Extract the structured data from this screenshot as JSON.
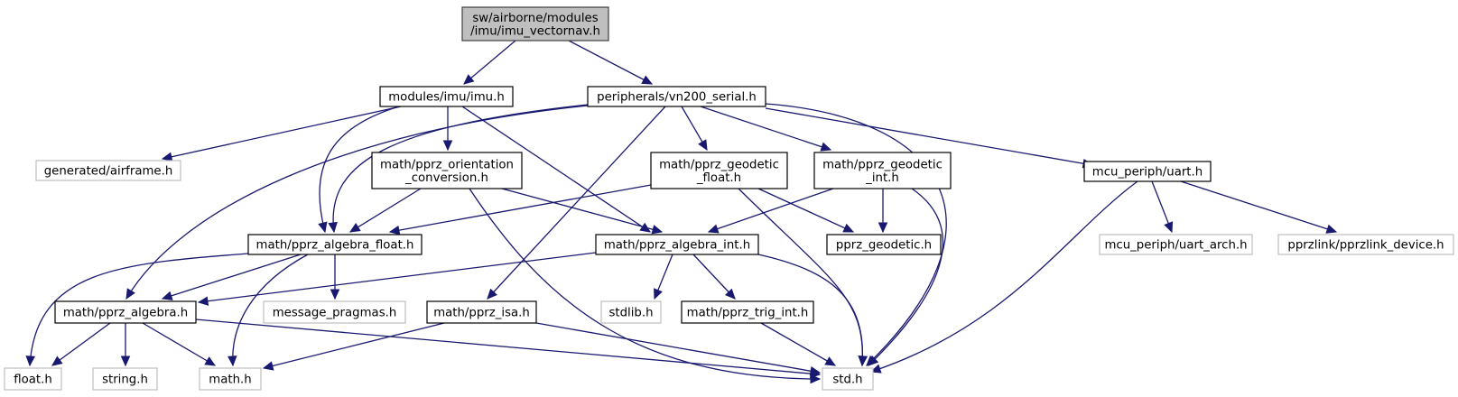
{
  "title": "Include dependency graph for imu_vectornav.h",
  "colors": {
    "root_fill": "#bfbfbf",
    "root_border": "#404040",
    "documented_border": "#000000",
    "undocumented_border": "#bfbfbf",
    "edge": "#191970",
    "background": "#ffffff"
  },
  "nodes": [
    {
      "id": "root",
      "lines": [
        "sw/airborne/modules",
        "/imu/imu_vectornav.h"
      ],
      "kind": "root"
    },
    {
      "id": "imu",
      "lines": [
        "modules/imu/imu.h"
      ],
      "kind": "documented"
    },
    {
      "id": "vn200",
      "lines": [
        "peripherals/vn200_serial.h"
      ],
      "kind": "documented"
    },
    {
      "id": "airframe",
      "lines": [
        "generated/airframe.h"
      ],
      "kind": "external"
    },
    {
      "id": "orient",
      "lines": [
        "math/pprz_orientation",
        "_conversion.h"
      ],
      "kind": "documented"
    },
    {
      "id": "geofloat",
      "lines": [
        "math/pprz_geodetic",
        "_float.h"
      ],
      "kind": "documented"
    },
    {
      "id": "geoint",
      "lines": [
        "math/pprz_geodetic",
        "_int.h"
      ],
      "kind": "documented"
    },
    {
      "id": "uart",
      "lines": [
        "mcu_periph/uart.h"
      ],
      "kind": "documented"
    },
    {
      "id": "algfloat",
      "lines": [
        "math/pprz_algebra_float.h"
      ],
      "kind": "documented"
    },
    {
      "id": "algint",
      "lines": [
        "math/pprz_algebra_int.h"
      ],
      "kind": "documented"
    },
    {
      "id": "geodetic",
      "lines": [
        "pprz_geodetic.h"
      ],
      "kind": "documented"
    },
    {
      "id": "uartarch",
      "lines": [
        "mcu_periph/uart_arch.h"
      ],
      "kind": "external"
    },
    {
      "id": "pprzlink",
      "lines": [
        "pprzlink/pprzlink_device.h"
      ],
      "kind": "external"
    },
    {
      "id": "algebra",
      "lines": [
        "math/pprz_algebra.h"
      ],
      "kind": "documented"
    },
    {
      "id": "pragmas",
      "lines": [
        "message_pragmas.h"
      ],
      "kind": "external"
    },
    {
      "id": "isa",
      "lines": [
        "math/pprz_isa.h"
      ],
      "kind": "documented"
    },
    {
      "id": "stdlib",
      "lines": [
        "stdlib.h"
      ],
      "kind": "external"
    },
    {
      "id": "trigint",
      "lines": [
        "math/pprz_trig_int.h"
      ],
      "kind": "documented"
    },
    {
      "id": "float",
      "lines": [
        "float.h"
      ],
      "kind": "external"
    },
    {
      "id": "string",
      "lines": [
        "string.h"
      ],
      "kind": "external"
    },
    {
      "id": "math",
      "lines": [
        "math.h"
      ],
      "kind": "external"
    },
    {
      "id": "std",
      "lines": [
        "std.h"
      ],
      "kind": "external"
    }
  ],
  "edges": [
    {
      "from": "root",
      "to": "imu"
    },
    {
      "from": "root",
      "to": "vn200"
    },
    {
      "from": "imu",
      "to": "airframe"
    },
    {
      "from": "imu",
      "to": "orient"
    },
    {
      "from": "imu",
      "to": "algfloat"
    },
    {
      "from": "imu",
      "to": "algint"
    },
    {
      "from": "vn200",
      "to": "algebra"
    },
    {
      "from": "vn200",
      "to": "algfloat"
    },
    {
      "from": "vn200",
      "to": "isa"
    },
    {
      "from": "vn200",
      "to": "geofloat"
    },
    {
      "from": "vn200",
      "to": "geoint"
    },
    {
      "from": "vn200",
      "to": "std"
    },
    {
      "from": "vn200",
      "to": "uart"
    },
    {
      "from": "orient",
      "to": "algfloat"
    },
    {
      "from": "orient",
      "to": "algint"
    },
    {
      "from": "orient",
      "to": "std"
    },
    {
      "from": "geofloat",
      "to": "algfloat"
    },
    {
      "from": "geofloat",
      "to": "geodetic"
    },
    {
      "from": "geofloat",
      "to": "std"
    },
    {
      "from": "geoint",
      "to": "algint"
    },
    {
      "from": "geoint",
      "to": "geodetic"
    },
    {
      "from": "geoint",
      "to": "std"
    },
    {
      "from": "uart",
      "to": "std"
    },
    {
      "from": "uart",
      "to": "uartarch"
    },
    {
      "from": "uart",
      "to": "pprzlink"
    },
    {
      "from": "algfloat",
      "to": "float"
    },
    {
      "from": "algfloat",
      "to": "algebra"
    },
    {
      "from": "algfloat",
      "to": "pragmas"
    },
    {
      "from": "algfloat",
      "to": "math"
    },
    {
      "from": "algint",
      "to": "algebra"
    },
    {
      "from": "algint",
      "to": "stdlib"
    },
    {
      "from": "algint",
      "to": "trigint"
    },
    {
      "from": "algint",
      "to": "std"
    },
    {
      "from": "algebra",
      "to": "float"
    },
    {
      "from": "algebra",
      "to": "string"
    },
    {
      "from": "algebra",
      "to": "math"
    },
    {
      "from": "algebra",
      "to": "std"
    },
    {
      "from": "isa",
      "to": "math"
    },
    {
      "from": "isa",
      "to": "std"
    },
    {
      "from": "trigint",
      "to": "std"
    }
  ]
}
